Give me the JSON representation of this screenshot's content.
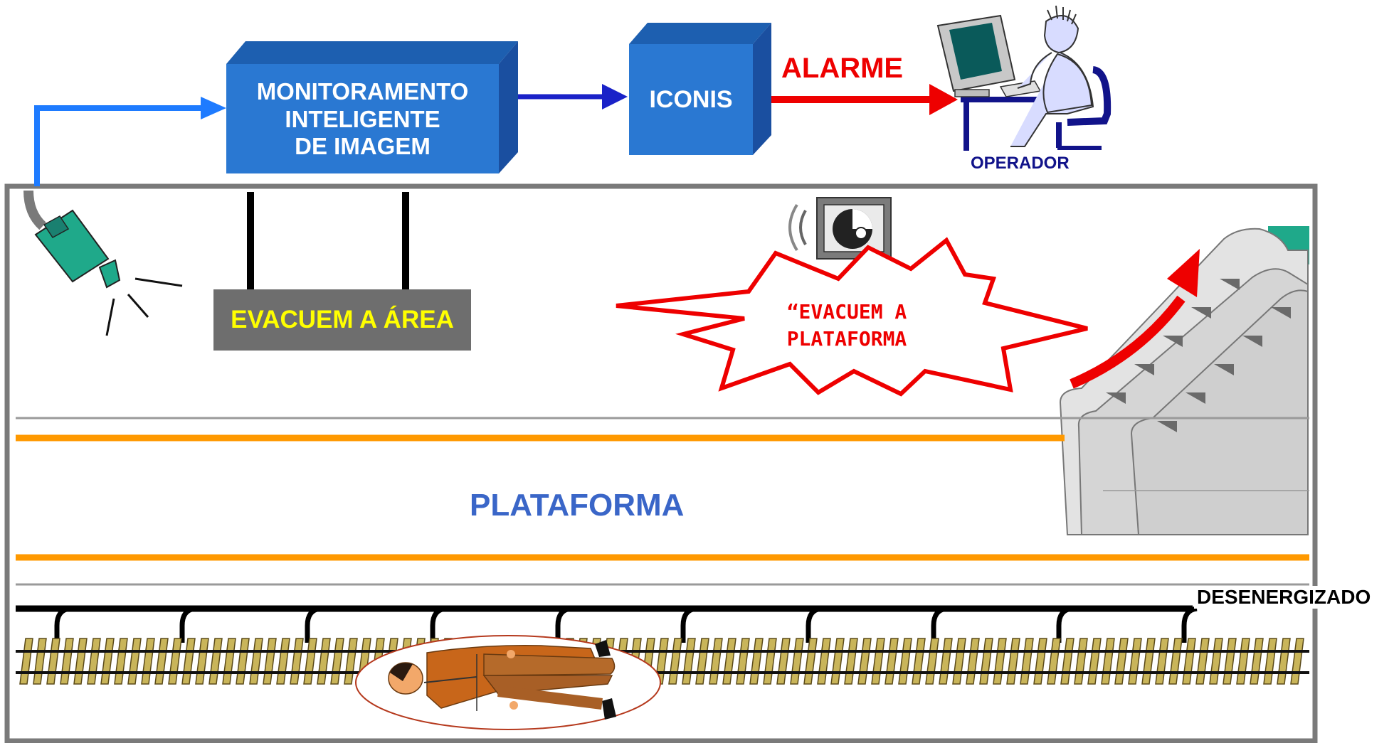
{
  "diagram": {
    "monitoring_box": {
      "lines": [
        "MONITORAMENTO",
        "INTELIGENTE",
        "DE IMAGEM"
      ]
    },
    "iconis_box": {
      "label": "ICONIS"
    },
    "alarm_label": "ALARME",
    "operator_label": "OPERADOR",
    "sign_label": "EVACUEM A ÁREA",
    "announcement": {
      "lines": [
        "“EVACUEM A",
        "PLATAFORMA"
      ]
    },
    "platform_label": "PLATAFORMA",
    "rail_status_label": "DESENERGIZADO"
  },
  "colors": {
    "box_blue": "#2a78d2",
    "box_blue_dark": "#1a4fa0",
    "connector_light_blue": "#1e7bff",
    "arrow_dark_blue": "#1a22c8",
    "alarm_red": "#ee0000",
    "sign_text_yellow": "#ffff00",
    "sign_gray": "#6e6e6e",
    "platform_text_blue": "#3a66c8",
    "orange_line": "#ff9900",
    "camera_green": "#1fa98a",
    "sleeper_tan": "#c9b55a",
    "person_orange": "#c8661a"
  },
  "icons": [
    "camera-icon",
    "operator-computer-icon",
    "speaker-icon",
    "escalator-icon",
    "fallen-person-icon",
    "explosion-burst-icon"
  ]
}
